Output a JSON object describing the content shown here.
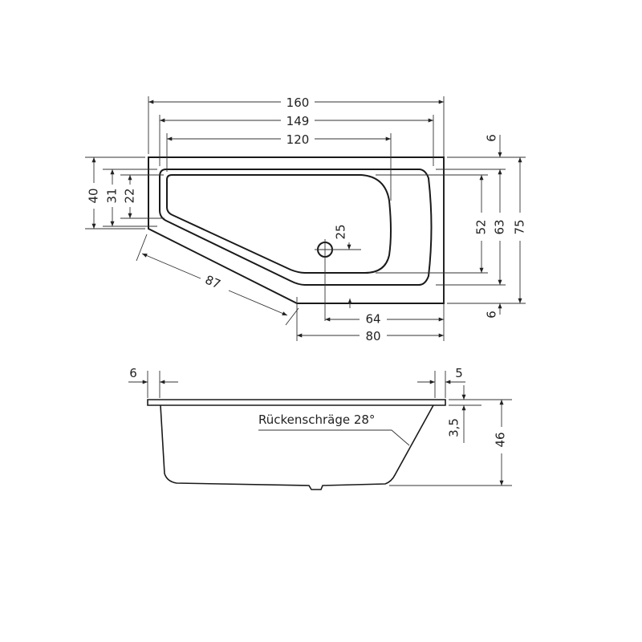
{
  "top_view": {
    "width_outer": "160",
    "width_rim": "149",
    "width_basin": "120",
    "depth_outer": "75",
    "depth_rim": "63",
    "depth_basin": "52",
    "rim_top": "6",
    "rim_bottom": "6",
    "left_outer": "40",
    "left_rim": "31",
    "left_basin": "22",
    "slant_length": "87",
    "drain_offset_y": "25",
    "drain_offset_x": "64",
    "front_straight": "80"
  },
  "side_view": {
    "rim_left": "6",
    "rim_right": "5",
    "rim_height": "3,5",
    "total_height": "46",
    "back_slope_label": "Rückenschräge 28°"
  }
}
